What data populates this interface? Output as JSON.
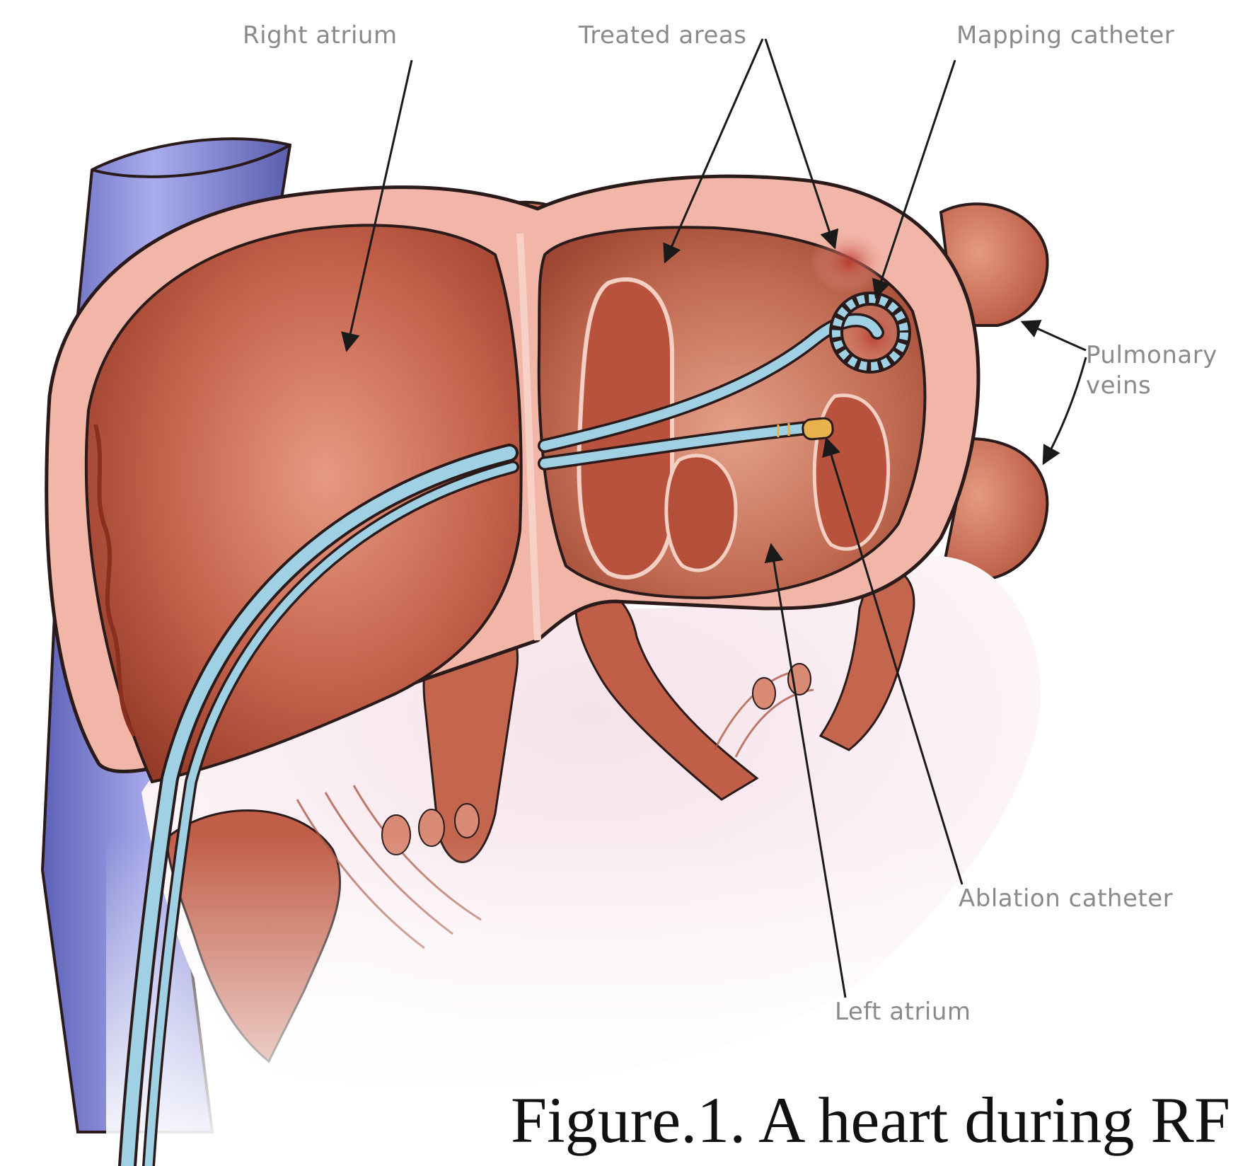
{
  "labels": {
    "right_atrium": "Right atrium",
    "treated_areas": "Treated areas",
    "mapping_catheter": "Mapping catheter",
    "pulmonary": "Pulmonary",
    "veins": "veins",
    "ablation_catheter": "Ablation catheter",
    "left_atrium": "Left atrium"
  },
  "caption": "Figure.1. A heart during RF",
  "colors": {
    "tissue": "#f2b6a8",
    "muscle": "#b9543f",
    "vena_cava": "#7c7fd0",
    "catheter": "#9fd0e3",
    "outline": "#2a1a1a",
    "label": "#8a8a8a",
    "caption": "#111111"
  }
}
